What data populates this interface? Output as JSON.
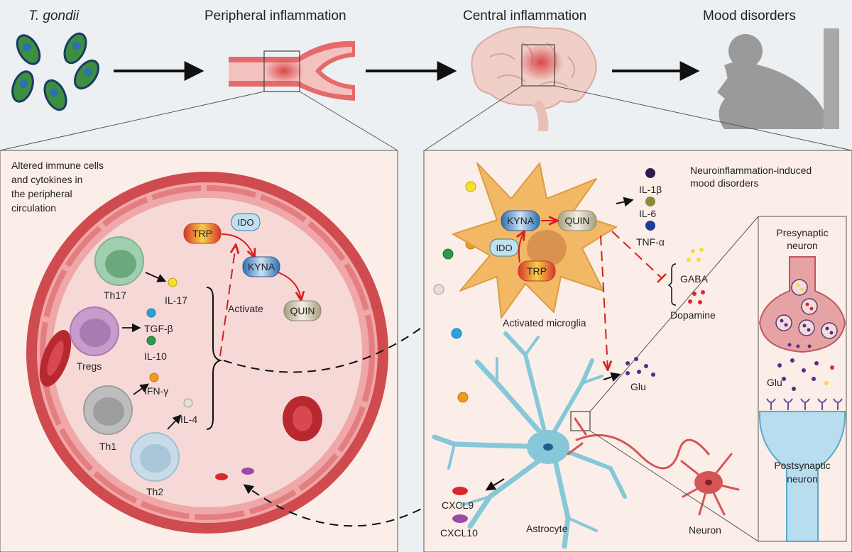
{
  "header": {
    "stage1": "T. gondii",
    "stage2": "Peripheral inflammation",
    "stage3": "Central inflammation",
    "stage4": "Mood disorders"
  },
  "left_panel": {
    "caption": [
      "Altered immune cells",
      "and cytokines in",
      "the peripheral",
      "circulation"
    ],
    "cells": {
      "th17": "Th17",
      "tregs": "Tregs",
      "th1": "Th1",
      "th2": "Th2"
    },
    "cytokines": {
      "il17": "IL-17",
      "tgfb": "TGF-β",
      "il10": "IL-10",
      "ifng": "IFN-γ",
      "il4": "IL-4"
    },
    "pathway": {
      "trp": "TRP",
      "ido": "IDO",
      "kyna": "KYNA",
      "quin": "QUIN",
      "activate": "Activate"
    }
  },
  "right_panel": {
    "title": [
      "Neuroinflammation-induced",
      "mood disorders"
    ],
    "microglia": {
      "label": "Activated microglia",
      "kyna": "KYNA",
      "quin": "QUIN",
      "ido": "IDO",
      "trp": "TRP"
    },
    "cytokines": {
      "il1b": "IL-1β",
      "il6": "IL-6",
      "tnfa": "TNF-α"
    },
    "neurotransmitters": {
      "gaba": "GABA",
      "dopamine": "Dopamine",
      "glu": "Glu"
    },
    "chemokines": {
      "cxcl9": "CXCL9",
      "cxcl10": "CXCL10"
    },
    "cells": {
      "astrocyte": "Astrocyte",
      "neuron": "Neuron"
    },
    "synapse": {
      "pre_line1": "Presynaptic",
      "pre_line2": "neuron",
      "glu": "Glu",
      "post_line1": "Postsynaptic",
      "post_line2": "neuron"
    }
  },
  "colors": {
    "background": "#edf0f3",
    "panel_fill": "#fbeee8",
    "vessel_rim": "#d85a5e",
    "vessel_lumen": "#f6d9d7",
    "inhibit_red": "#d42020",
    "microglia": "#f2b865",
    "astrocyte": "#86c7d8",
    "neuron": "#d35556"
  }
}
